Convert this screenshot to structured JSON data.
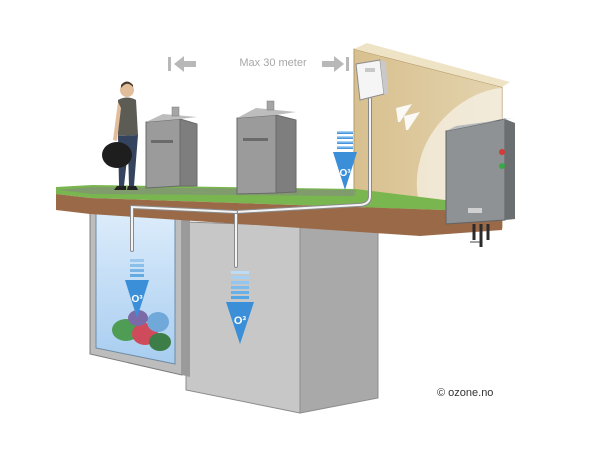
{
  "diagram": {
    "distance_label": "Max 30 meter",
    "ozone_labels": [
      "O³",
      "O³",
      "O³"
    ],
    "copyright": "© ozone.no"
  },
  "icons": [
    "left-arrow-icon",
    "right-arrow-icon",
    "ozone-down-arrow-icon",
    "ozone-generator-icon",
    "person-icon",
    "waste-bin-icon"
  ],
  "colors": {
    "wall": "#d9c59a",
    "grass": "#7bbd4f",
    "soil": "#9a6b4a",
    "concrete": "#c9c9c9",
    "ozone_blue": "#3a8fd8",
    "generator": "#8e9193"
  }
}
